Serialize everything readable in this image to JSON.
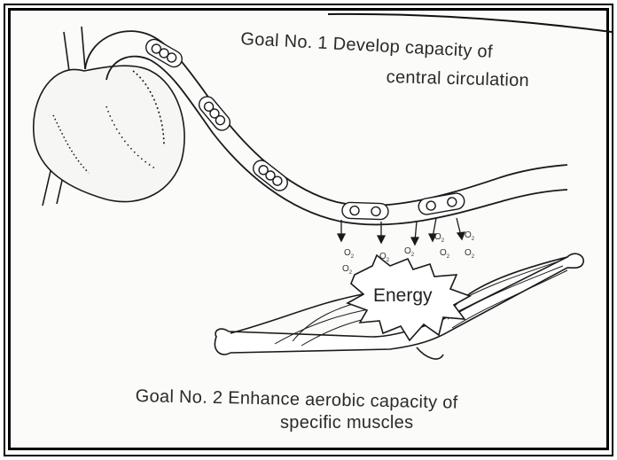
{
  "goal1": {
    "line1": "Goal No. 1  Develop capacity of",
    "line2": "central circulation"
  },
  "goal2": {
    "line1": "Goal No. 2  Enhance aerobic capacity of",
    "line2": "specific muscles"
  },
  "energy_label": "Energy",
  "oxygen": {
    "symbol": "O",
    "subscript": "2"
  },
  "colors": {
    "ink": "#1a1a1a",
    "paper": "#fbfbf9",
    "frame": "#000000"
  }
}
